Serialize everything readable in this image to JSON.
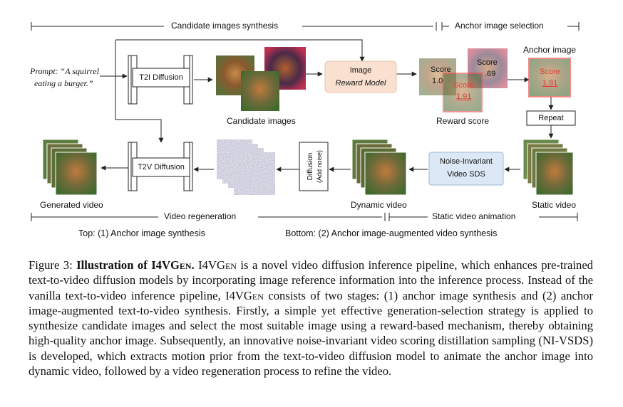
{
  "sections": {
    "candidate_synthesis": "Candidate images synthesis",
    "anchor_selection": "Anchor image selection",
    "video_regeneration": "Video regeneration",
    "static_animation": "Static video animation"
  },
  "prompt": {
    "line1": "Prompt: “A squirrel",
    "line2": "eating a burger.”"
  },
  "nodes": {
    "t2i": "T2I Diffusion",
    "reward_model_1": "Image",
    "reward_model_2": "Reward Model",
    "t2v": "T2V Diffusion",
    "ni_vsds_1": "Noise-Invariant",
    "ni_vsds_2": "Video SDS",
    "repeat": "Repeat",
    "diffusion_1": "Diffusion",
    "diffusion_2": "(Add noise)"
  },
  "labels": {
    "candidate_images": "Candidate images",
    "reward_score": "Reward score",
    "anchor_image": "Anchor image",
    "static_video": "Static video",
    "dynamic_video": "Dynamic video",
    "generated_video": "Generated video"
  },
  "scores": {
    "word": "Score",
    "s1": "1.0",
    "s2": ".69",
    "s3": "1.91",
    "anchor": "1.91"
  },
  "bottom_labels": {
    "top": "Top: (1) Anchor image synthesis",
    "bottom": "Bottom: (2) Anchor image-augmented video synthesis"
  },
  "caption": {
    "figure": "Figure 3:",
    "title_pre": "Illustration of I4V",
    "title_sc": "Gen",
    "title_end": ".",
    "p1": " I4V",
    "p1sc": "Gen",
    "p1b": " is a novel video diffusion inference pipeline, which enhances pre-trained text-to-video diffusion models by incorporating image reference information into the inference process. Instead of the vanilla text-to-video inference pipeline, I4V",
    "p2sc": "Gen",
    "p2": " consists of two stages: (1) anchor image synthesis and (2) anchor image-augmented text-to-video synthesis. Firstly, a simple yet effective generation-selection strategy is applied to synthesize candidate images and select the most suitable image using a reward-based mechanism, thereby obtaining high-quality anchor image. Subsequently, an innovative noise-invariant video scoring distillation sampling (NI-VSDS) is developed, which extracts motion prior from the text-to-video diffusion model to animate the anchor image into dynamic video, followed by a video regeneration process to refine the video."
  },
  "colors": {
    "reward_fill": "#fae0d0",
    "ni_fill": "#dce8f6",
    "ni_border": "#9fb9d9",
    "anchor_red": "#e83a3a"
  },
  "icons": [
    "arrow-icon",
    "squirrel-image",
    "noise-image"
  ]
}
